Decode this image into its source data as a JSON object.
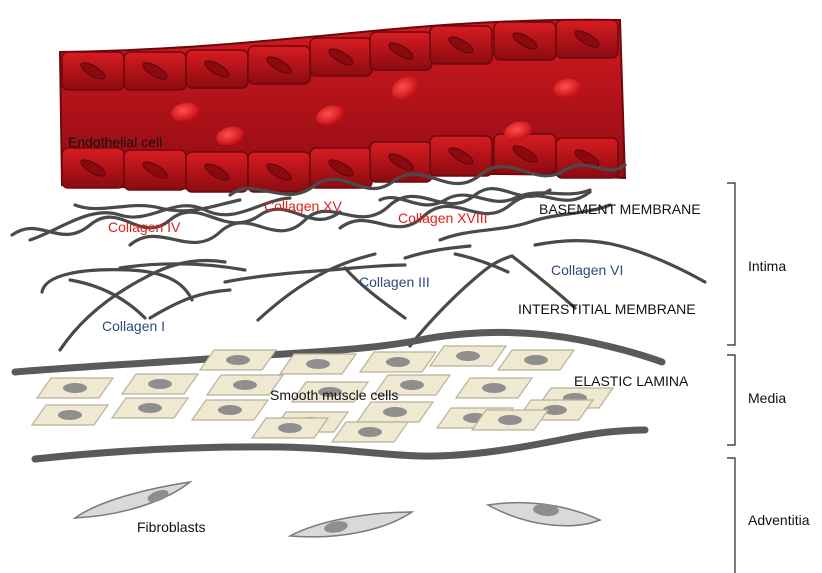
{
  "labels": {
    "endothelial": "Endothelial cell",
    "collagen_iv": "Collagen IV",
    "collagen_xv": "Collagen XV",
    "collagen_xviii": "Collagen XVIII",
    "collagen_iii": "Collagen III",
    "collagen_vi": "Collagen VI",
    "collagen_i": "Collagen I",
    "basement_membrane": "BASEMENT MEMBRANE",
    "interstitial_membrane": "INTERSTITIAL MEMBRANE",
    "elastic_lamina": "ELASTIC LAMINA",
    "smooth_muscle": "Smooth muscle cells",
    "fibroblasts": "Fibroblasts"
  },
  "layers": {
    "intima": "Intima",
    "media": "Media",
    "adventitia": "Adventitia"
  },
  "colors": {
    "vessel": "#c0141a",
    "vessel_dark": "#7a0a0e",
    "collagen_red_label": "#e0201b",
    "collagen_blue_label": "#2c4a7e",
    "fiber": "#4a4a4a",
    "smooth_muscle_fill": "#efe9d2",
    "fibroblast_fill": "#d9d9d9"
  }
}
